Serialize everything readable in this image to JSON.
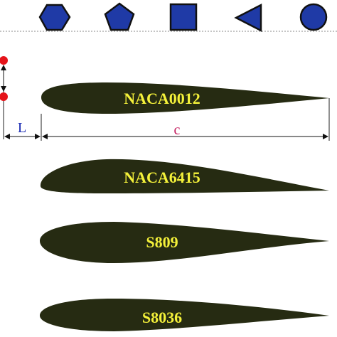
{
  "colors": {
    "shape_fill": "#1f3aa6",
    "shape_stroke": "#111111",
    "airfoil_fill": "#262b12",
    "airfoil_text": "#f4f13a",
    "dimension_L": "#1b2bb3",
    "dimension_c": "#c2185b",
    "marker_dot": "#e5141a"
  },
  "shapes": [
    {
      "name": "hexagon",
      "icon": "hexagon-icon"
    },
    {
      "name": "pentagon",
      "icon": "pentagon-icon"
    },
    {
      "name": "square",
      "icon": "square-icon"
    },
    {
      "name": "triangle",
      "icon": "triangle-left-icon"
    },
    {
      "name": "circle",
      "icon": "circle-icon"
    }
  ],
  "dimensions": {
    "L": "L",
    "c": "c"
  },
  "airfoils": [
    {
      "label": "NACA0012"
    },
    {
      "label": "NACA6415"
    },
    {
      "label": "S809"
    },
    {
      "label": "S8036"
    }
  ]
}
